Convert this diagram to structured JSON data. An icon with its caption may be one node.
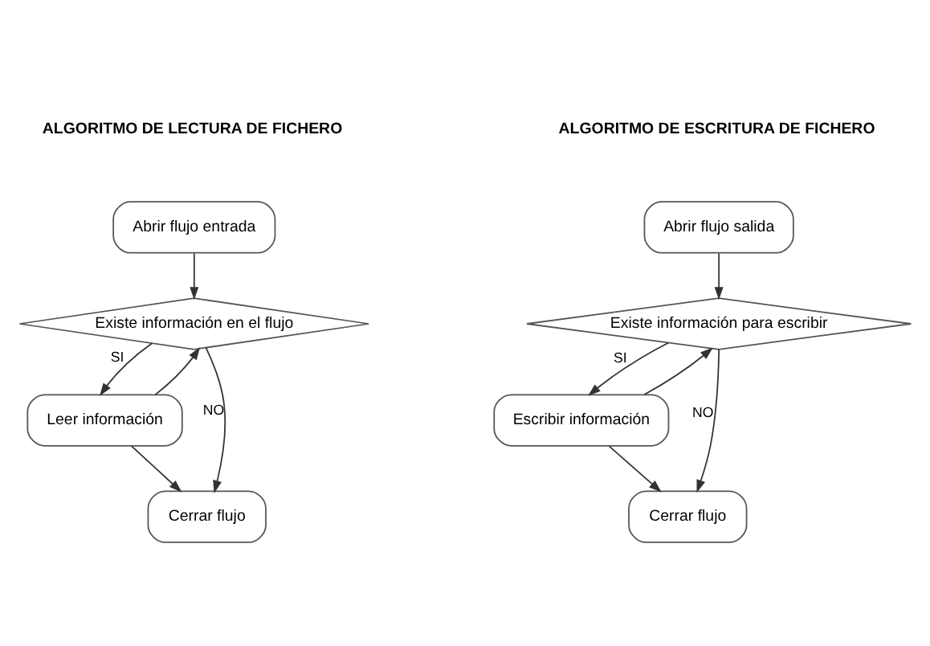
{
  "diagram": {
    "nodes": [
      {
        "text": [
          "Abrir flujo entrada"
        ]
      },
      {
        "text": [
          "Existe información en el flujo"
        ]
      },
      {
        "text": [
          "Leer información"
        ]
      },
      {
        "text": [
          "Cerrar flujo"
        ]
      },
      {
        "text": [
          "Abrir flujo salida"
        ]
      },
      {
        "text": [
          "Existe información para escribir"
        ]
      },
      {
        "text": [
          "Escribir información"
        ]
      },
      {
        "text": [
          "Cerrar flujo"
        ]
      }
    ],
    "edges": [
      {
        "from": 0,
        "to": 1,
        "arrow": "to"
      },
      {
        "from": 1,
        "to": 2,
        "arrow": "to",
        "label": "SI"
      },
      {
        "from": 2,
        "to": 1,
        "arrow": "to"
      },
      {
        "from": 1,
        "to": 3,
        "arrow": "to",
        "label": "NO"
      },
      {
        "from": 2,
        "to": 3,
        "arrow": "to"
      },
      {
        "from": 4,
        "to": 5,
        "arrow": "to"
      },
      {
        "from": 5,
        "to": 6,
        "arrow": "to",
        "label": "SI"
      },
      {
        "from": 6,
        "to": 5,
        "arrow": "to"
      },
      {
        "from": 5,
        "to": 7,
        "arrow": "to",
        "label": "NO"
      },
      {
        "from": 6,
        "to": 7,
        "arrow": "to"
      }
    ],
    "labels": [
      "ALGORITMO DE LECTURA DE FICHERO",
      "ALGORITMO DE ESCRITURA DE FICHERO"
    ]
  }
}
